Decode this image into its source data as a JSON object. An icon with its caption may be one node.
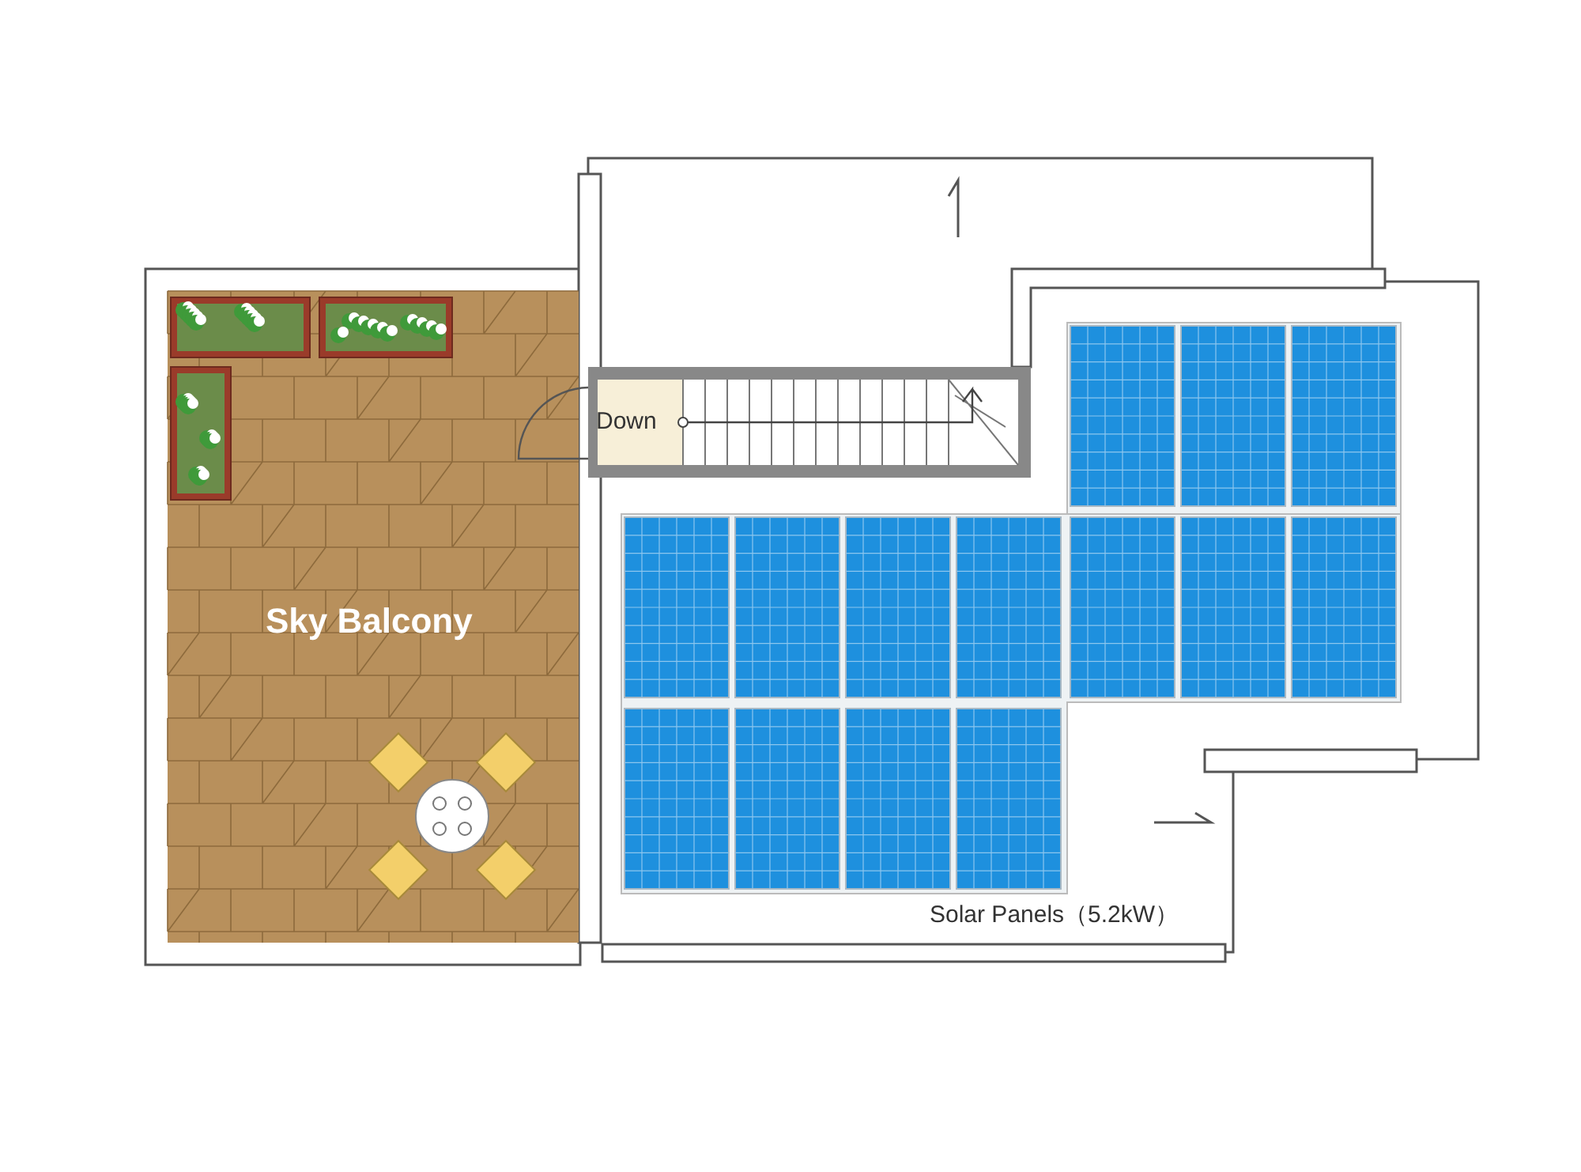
{
  "diagram": {
    "labels": [
      "Down",
      "Sky Balcony",
      "Solar Panels（5.2kW）"
    ]
  }
}
